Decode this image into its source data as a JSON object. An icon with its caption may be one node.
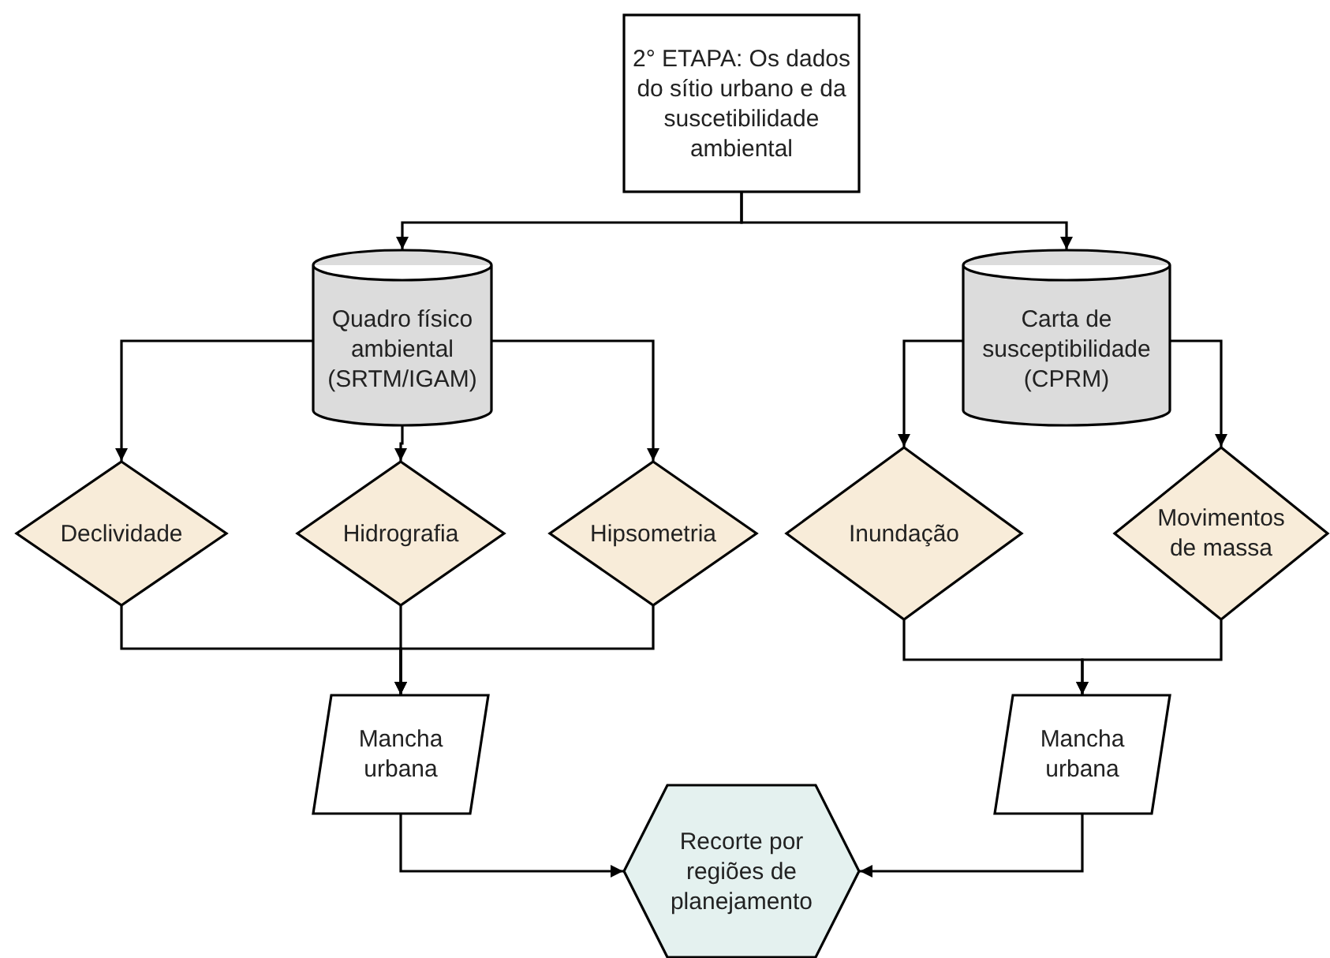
{
  "diagram": {
    "nodes": [
      {
        "text": [
          "2° ETAPA: Os dados do sítio urbano e da suscetibilidade ambiental"
        ]
      },
      {
        "text": [
          "Quadro físico ambiental (SRTM/IGAM)"
        ]
      },
      {
        "text": [
          "Carta de susceptibilidade (CPRM)"
        ]
      },
      {
        "text": [
          "Declividade"
        ]
      },
      {
        "text": [
          "Hidrografia"
        ]
      },
      {
        "text": [
          "Hipsometria"
        ]
      },
      {
        "text": [
          "Inundação"
        ]
      },
      {
        "text": [
          "Movimentos de massa"
        ]
      },
      {
        "text": [
          "Mancha urbana"
        ]
      },
      {
        "text": [
          "Mancha urbana"
        ]
      },
      {
        "text": [
          "Recorte por regiões de planejamento"
        ]
      }
    ],
    "edges": [
      {
        "from": 0,
        "to": 1,
        "arrow": "to"
      },
      {
        "from": 0,
        "to": 2,
        "arrow": "to"
      },
      {
        "from": 1,
        "to": 3,
        "arrow": "to"
      },
      {
        "from": 1,
        "to": 4,
        "arrow": "to"
      },
      {
        "from": 1,
        "to": 5,
        "arrow": "to"
      },
      {
        "from": 2,
        "to": 6,
        "arrow": "to"
      },
      {
        "from": 2,
        "to": 7,
        "arrow": "to"
      },
      {
        "from": 3,
        "to": 8,
        "arrow": "to"
      },
      {
        "from": 4,
        "to": 8,
        "arrow": "to"
      },
      {
        "from": 5,
        "to": 8,
        "arrow": "to"
      },
      {
        "from": 6,
        "to": 9,
        "arrow": "to"
      },
      {
        "from": 7,
        "to": 9,
        "arrow": "to"
      },
      {
        "from": 8,
        "to": 10,
        "arrow": "to"
      },
      {
        "from": 9,
        "to": 10,
        "arrow": "to"
      }
    ]
  }
}
